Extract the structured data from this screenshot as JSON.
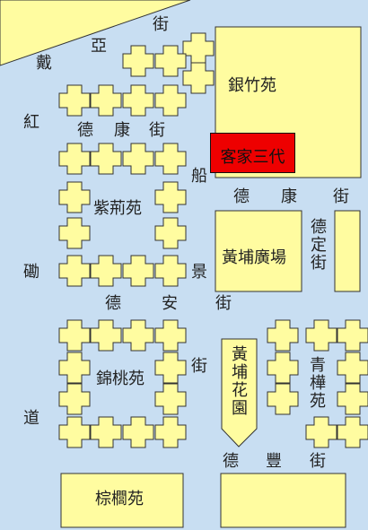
{
  "colors": {
    "background": "#c8def2",
    "block_fill": "#fffca0",
    "block_stroke": "#333333",
    "highlight_fill": "#ee0000",
    "text": "#222222"
  },
  "streets": {
    "dai_a": [
      "戴",
      "亞",
      "街"
    ],
    "hung_lo": [
      "紅",
      "磡",
      "道"
    ],
    "tak_hong_upper": [
      "德",
      "康",
      "街"
    ],
    "tak_hong_right": [
      "德",
      "康",
      "街"
    ],
    "tak_on": [
      "德",
      "安",
      "街"
    ],
    "tak_fung": [
      "德",
      "豐",
      "街"
    ],
    "tak_ting": "德定街",
    "shun_king": [
      "船",
      "景",
      "街"
    ]
  },
  "places": {
    "ngan_chuk": "銀竹苑",
    "hakka": "客家三代",
    "tsz_king": "紫荊苑",
    "whampoa_plaza": "黃埔廣場",
    "whampoa_garden": "黃埔花園",
    "kam_to": "錦桃苑",
    "tsing_chun": "青樺苑",
    "chung_lui": "棕櫚苑"
  },
  "icons": {
    "building": "cross-building-icon"
  }
}
